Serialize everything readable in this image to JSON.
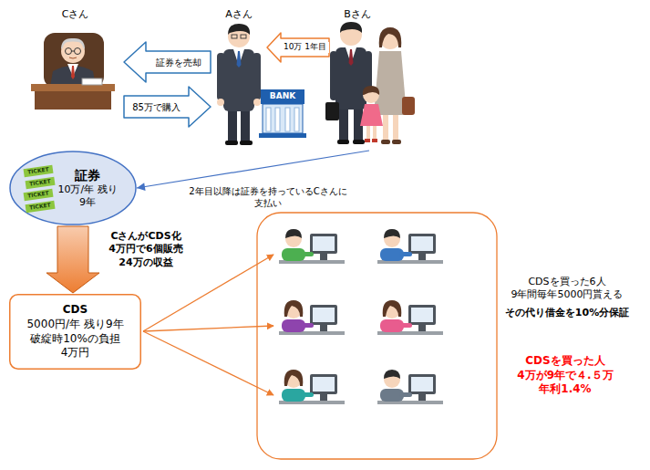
{
  "diagram": {
    "nodes": [
      {
        "text": [
          "Cさん"
        ]
      },
      {
        "text": [
          "Aさん"
        ]
      },
      {
        "text": [
          "Bさん"
        ]
      },
      {
        "text": [
          "証券",
          "10万/年 残り 9年"
        ]
      },
      {
        "text": [
          "CDS",
          "5000円/年 残り9年 破綻時10%の負担 4万円"
        ]
      }
    ],
    "edges": [
      {
        "from": 1,
        "to": 0,
        "label": "証券を売却",
        "arrow": "to"
      },
      {
        "from": 0,
        "to": 1,
        "label": "85万で購入",
        "arrow": "to"
      },
      {
        "from": 2,
        "to": 1,
        "label": "10万 1年目",
        "arrow": "to"
      },
      {
        "from": 2,
        "to": 3,
        "label": "2年目以降は証券を持っているCさんに 支払い",
        "arrow": "to"
      },
      {
        "from": 3,
        "to": 4,
        "label": "CさんがCDS化 4万円で6個販売 24万の収益",
        "arrow": "to"
      }
    ],
    "labels": [
      "BANK",
      "TICKET",
      "TICKET",
      "TICKET",
      "TICKET",
      "CDSを買った6人 9年間毎年5000円貰える",
      "その代り借金を10%分保証",
      "CDSを買った人 4万が9年で４.５万 年利1.4%"
    ]
  }
}
